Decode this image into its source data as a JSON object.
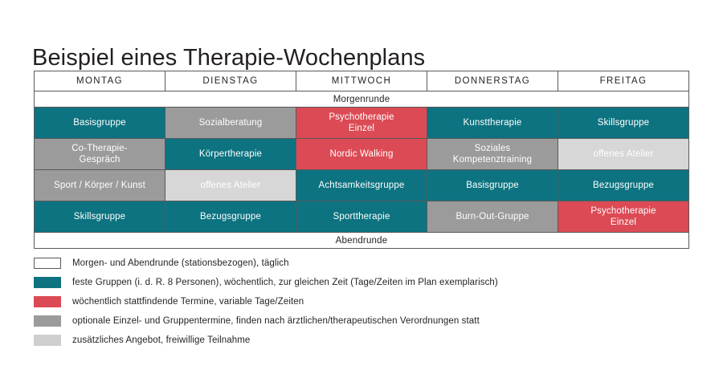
{
  "document": {
    "title": "Beispiel eines Therapie-Wochenplans"
  },
  "colors": {
    "teal": "#0d7380",
    "red": "#dc4b55",
    "gray": "#9b9b9b",
    "light_gray": "#d7d7d7",
    "white": "#ffffff",
    "border": "#58595b",
    "text": "#231f20"
  },
  "table": {
    "columns": [
      "MONTAG",
      "DIENSTAG",
      "MITTWOCH",
      "DONNERSTAG",
      "FREITAG"
    ],
    "morning_round": "Morgenrunde",
    "evening_round": "Abendrunde",
    "rows": [
      {
        "cells": [
          {
            "label": "Basisgruppe",
            "category": "teal"
          },
          {
            "label": "Sozialberatung",
            "category": "gray"
          },
          {
            "label": "Psychotherapie\nEinzel",
            "category": "red"
          },
          {
            "label": "Kunsttherapie",
            "category": "teal"
          },
          {
            "label": "Skillsgruppe",
            "category": "teal"
          }
        ]
      },
      {
        "cells": [
          {
            "label": "Co-Therapie-\nGespräch",
            "category": "gray"
          },
          {
            "label": "Körpertherapie",
            "category": "teal"
          },
          {
            "label": "Nordic Walking",
            "category": "red"
          },
          {
            "label": "Soziales\nKompetenztraining",
            "category": "gray"
          },
          {
            "label": "offenes Atelier",
            "category": "light_gray"
          }
        ]
      },
      {
        "cells": [
          {
            "label": "Sport / Körper / Kunst",
            "category": "gray"
          },
          {
            "label": "offenes Atelier",
            "category": "light_gray"
          },
          {
            "label": "Achtsamkeitsgruppe",
            "category": "teal"
          },
          {
            "label": "Basisgruppe",
            "category": "teal"
          },
          {
            "label": "Bezugsgruppe",
            "category": "teal"
          }
        ]
      },
      {
        "cells": [
          {
            "label": "Skillsgruppe",
            "category": "teal"
          },
          {
            "label": "Bezugsgruppe",
            "category": "teal"
          },
          {
            "label": "Sporttherapie",
            "category": "teal"
          },
          {
            "label": "Burn-Out-Gruppe",
            "category": "gray"
          },
          {
            "label": "Psychotherapie\nEinzel",
            "category": "red"
          }
        ]
      }
    ]
  },
  "legend": {
    "items": [
      {
        "category": "white",
        "text": "Morgen- und Abendrunde (stationsbezogen), täglich"
      },
      {
        "category": "teal",
        "text": "feste Gruppen (i. d. R. 8 Personen), wöchentlich, zur gleichen Zeit (Tage/Zeiten im Plan exemplarisch)"
      },
      {
        "category": "red",
        "text": "wöchentlich stattfindende Termine, variable Tage/Zeiten"
      },
      {
        "category": "gray",
        "text": "optionale Einzel- und Gruppentermine, finden nach ärztlichen/therapeutischen Verordnungen statt"
      },
      {
        "category": "light_gray",
        "text": "zusätzliches Angebot, freiwillige Teilnahme"
      }
    ]
  }
}
